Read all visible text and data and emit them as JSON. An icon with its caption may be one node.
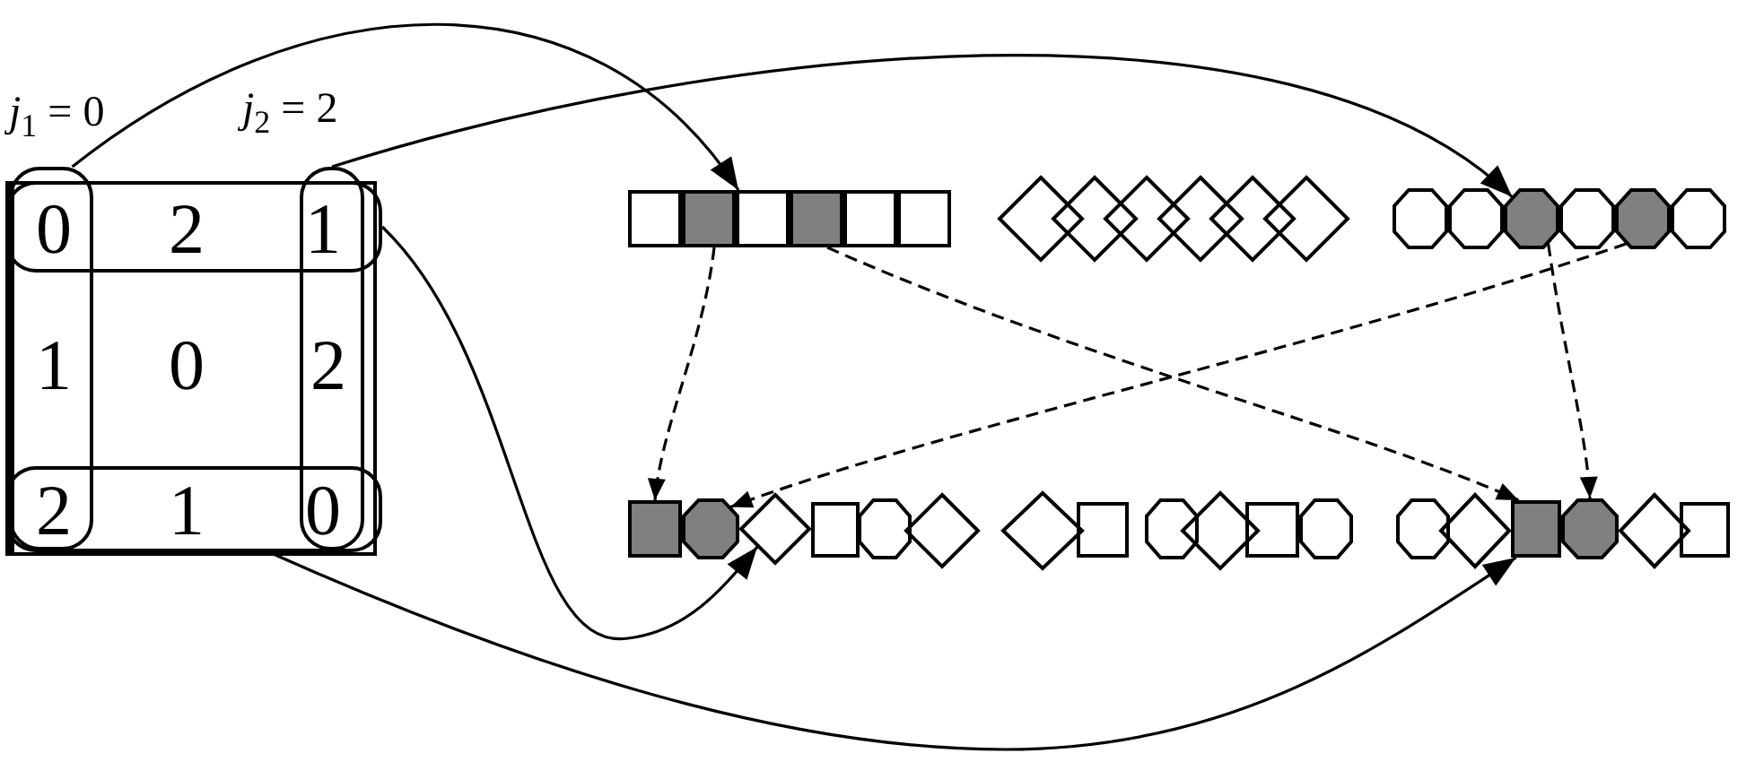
{
  "diagram": {
    "nodes": [
      {
        "text": [],
        "shape": "box",
        "beside": [
          "*j*$_{1}$ = 0"
        ]
      },
      {
        "text": [],
        "shape": "box",
        "beside": [
          "*j*$_{2}$ = 2"
        ]
      },
      {
        "text": [],
        "shape": "box"
      },
      {
        "text": [],
        "shape": "box"
      },
      {
        "text": [],
        "shape": "box"
      },
      {
        "text": [],
        "shape": "box"
      },
      {
        "text": [],
        "shape": "box"
      },
      {
        "text": [],
        "shape": "box"
      },
      {
        "text": [],
        "shape": "box"
      },
      {
        "text": [],
        "shape": "box"
      },
      {
        "text": [],
        "shape": "diamond"
      },
      {
        "text": [],
        "shape": "diamond"
      },
      {
        "text": [],
        "shape": "diamond"
      },
      {
        "text": [],
        "shape": "diamond"
      },
      {
        "text": [],
        "shape": "diamond"
      },
      {
        "text": [],
        "shape": "diamond"
      },
      {
        "text": [],
        "shape": "octagon"
      },
      {
        "text": [],
        "shape": "octagon"
      },
      {
        "text": [],
        "shape": "octagon"
      },
      {
        "text": [],
        "shape": "octagon"
      },
      {
        "text": [],
        "shape": "octagon"
      },
      {
        "text": [],
        "shape": "octagon"
      },
      {
        "text": [],
        "shape": "box"
      },
      {
        "text": [],
        "shape": "octagon"
      },
      {
        "text": [],
        "shape": "diamond"
      },
      {
        "text": [],
        "shape": "box"
      },
      {
        "text": [],
        "shape": "octagon"
      },
      {
        "text": [],
        "shape": "diamond"
      },
      {
        "text": [],
        "shape": "diamond"
      },
      {
        "text": [],
        "shape": "box"
      },
      {
        "text": [],
        "shape": "octagon"
      },
      {
        "text": [],
        "shape": "diamond"
      },
      {
        "text": [],
        "shape": "box"
      },
      {
        "text": [],
        "shape": "octagon"
      },
      {
        "text": [],
        "shape": "octagon"
      },
      {
        "text": [],
        "shape": "diamond"
      },
      {
        "text": [],
        "shape": "box"
      },
      {
        "text": [],
        "shape": "octagon"
      },
      {
        "text": [],
        "shape": "diamond"
      },
      {
        "text": [],
        "shape": "box"
      }
    ],
    "edges": [
      {
        "from": 0,
        "to": 6,
        "arrow": "to"
      },
      {
        "from": 1,
        "to": 18,
        "arrow": "to"
      },
      {
        "from": 2,
        "to": 24,
        "arrow": "to"
      },
      {
        "from": 3,
        "to": 36,
        "arrow": "to"
      },
      {
        "from": 5,
        "to": 22,
        "arrow": "to",
        "style": "dashed"
      },
      {
        "from": 7,
        "to": 36,
        "arrow": "to",
        "style": "dashed"
      },
      {
        "from": 18,
        "to": 37,
        "arrow": "to",
        "style": "dashed"
      },
      {
        "from": 20,
        "to": 23,
        "arrow": "to",
        "style": "dashed"
      }
    ],
    "labels": [
      "0",
      "2",
      "1",
      "1",
      "0",
      "2",
      "2",
      "1",
      "0"
    ]
  }
}
